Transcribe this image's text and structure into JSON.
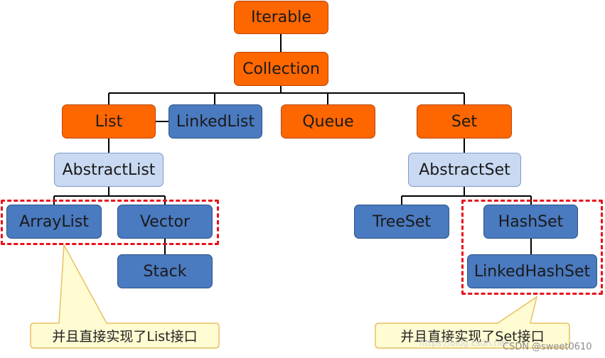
{
  "nodes": {
    "iterable": "Iterable",
    "collection": "Collection",
    "list": "List",
    "linkedlist": "LinkedList",
    "queue": "Queue",
    "set": "Set",
    "abstractlist": "AbstractList",
    "abstractset": "AbstractSet",
    "arraylist": "ArrayList",
    "vector": "Vector",
    "stack": "Stack",
    "treeset": "TreeSet",
    "hashset": "HashSet",
    "linkedhashset": "LinkedHashSet"
  },
  "callouts": {
    "left": "并且直接实现了List接口",
    "right": "并且直接实现了Set接口"
  },
  "watermark": {
    "site": "CSDN",
    "author": "@sweet0610",
    "faint_url": "https://blog.csdn.net"
  },
  "colors": {
    "interface": "#fe6600",
    "abstract_class": "#c8d9f1",
    "concrete_class": "#4a7abf",
    "highlight_border": "#e8111d",
    "callout_fill": "#fffbd2"
  }
}
